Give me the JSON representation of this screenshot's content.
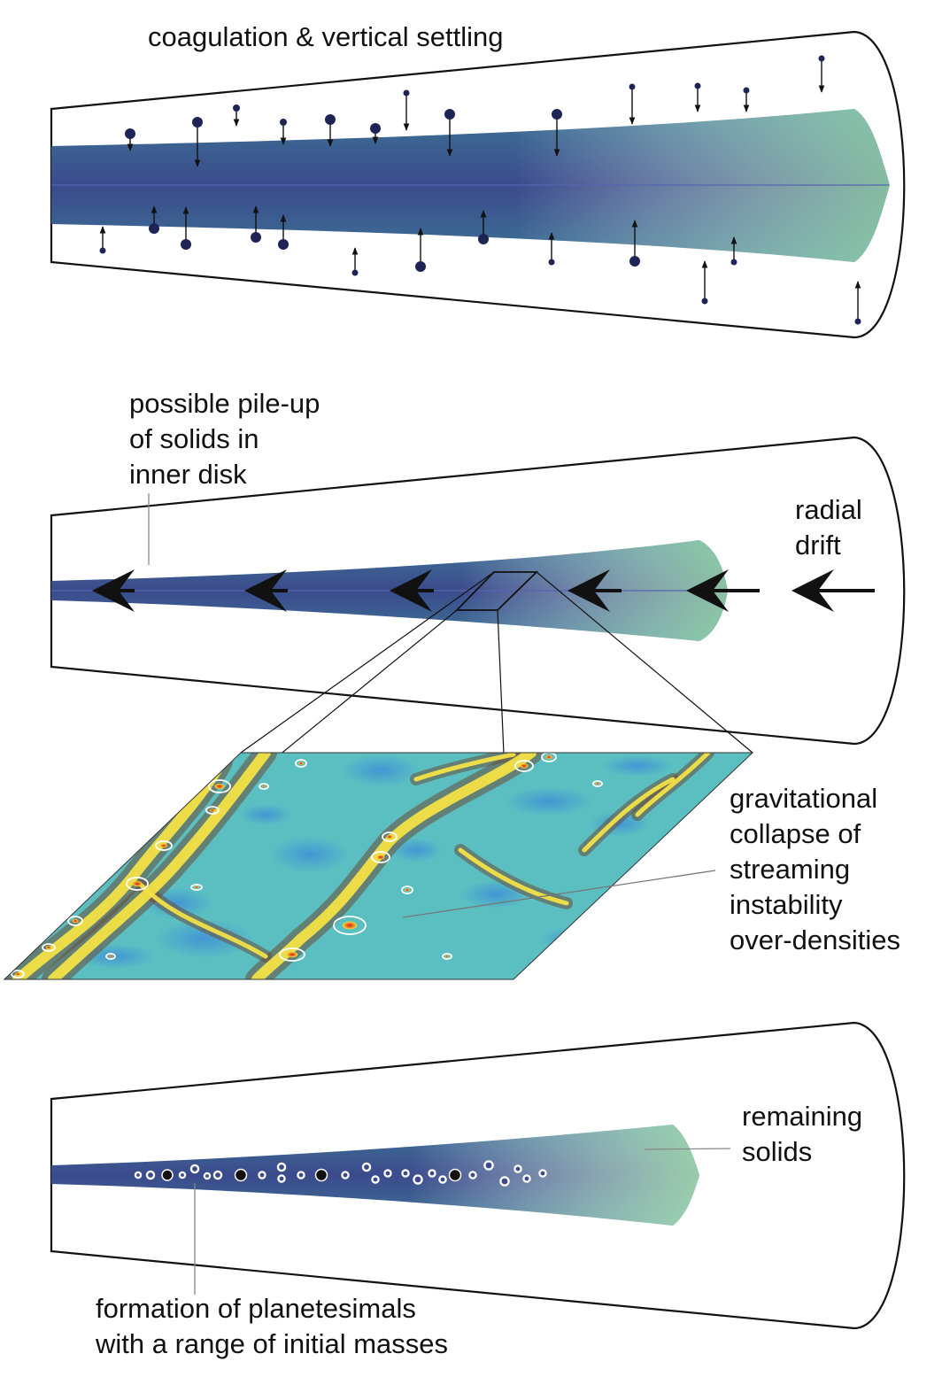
{
  "panels": {
    "settling": {
      "title": "coagulation & vertical settling"
    },
    "drift": {
      "pileup": {
        "line1": "possible pile-up",
        "line2": "of solids in",
        "line3": "inner disk"
      },
      "radial": {
        "line1": "radial",
        "line2": "drift"
      }
    },
    "collapse": {
      "label": {
        "line1": "gravitational",
        "line2": "collapse of",
        "line3": "streaming",
        "line4": "instability",
        "line5": "over-densities"
      }
    },
    "formation": {
      "remaining": {
        "line1": "remaining",
        "line2": "solids"
      },
      "planetesimals": {
        "line1": "formation of planetesimals",
        "line2": "with a range of initial masses"
      }
    }
  },
  "colors": {
    "disk_inner": "#3b4a8c",
    "disk_mid": "#3c7696",
    "disk_outer": "#8cc7a2",
    "particle": "#1f2457",
    "outline": "#111111",
    "sim_background": "#5bbfc2",
    "sim_filament": "#f2e046",
    "sim_void": "#3d8fd6",
    "sim_dark": "#6a4d3a"
  }
}
